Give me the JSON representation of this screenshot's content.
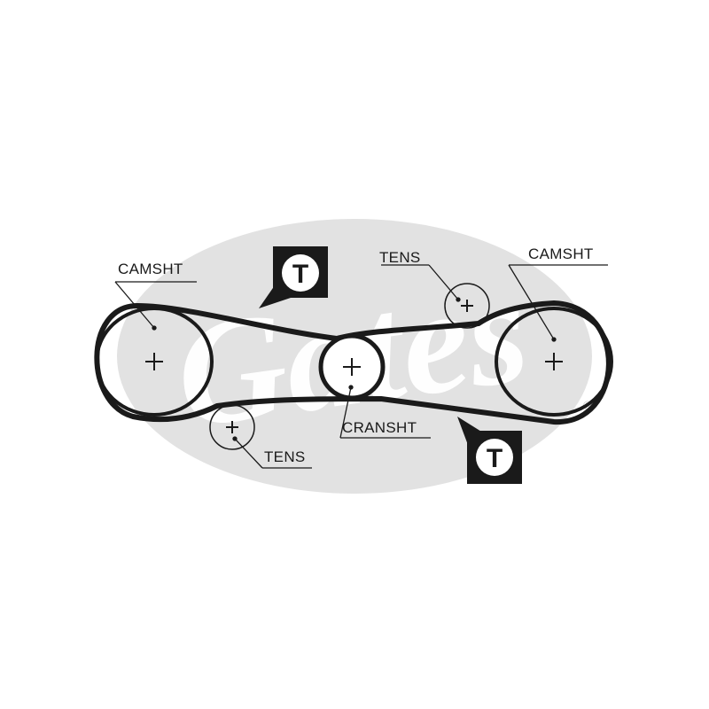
{
  "diagram": {
    "labels": {
      "camshaft_left": "CAMSHT",
      "camshaft_right": "CAMSHT",
      "tensioner_top": "TENS",
      "tensioner_bottom": "TENS",
      "crankshaft": "CRANSHT"
    },
    "tension_markers": {
      "top": "T",
      "bottom": "T"
    },
    "watermark": {
      "text": "Gates",
      "registered_mark": "®",
      "color": "#e2e2e2"
    },
    "colors": {
      "belt": "#1a1a1a",
      "background": "#ffffff"
    }
  }
}
